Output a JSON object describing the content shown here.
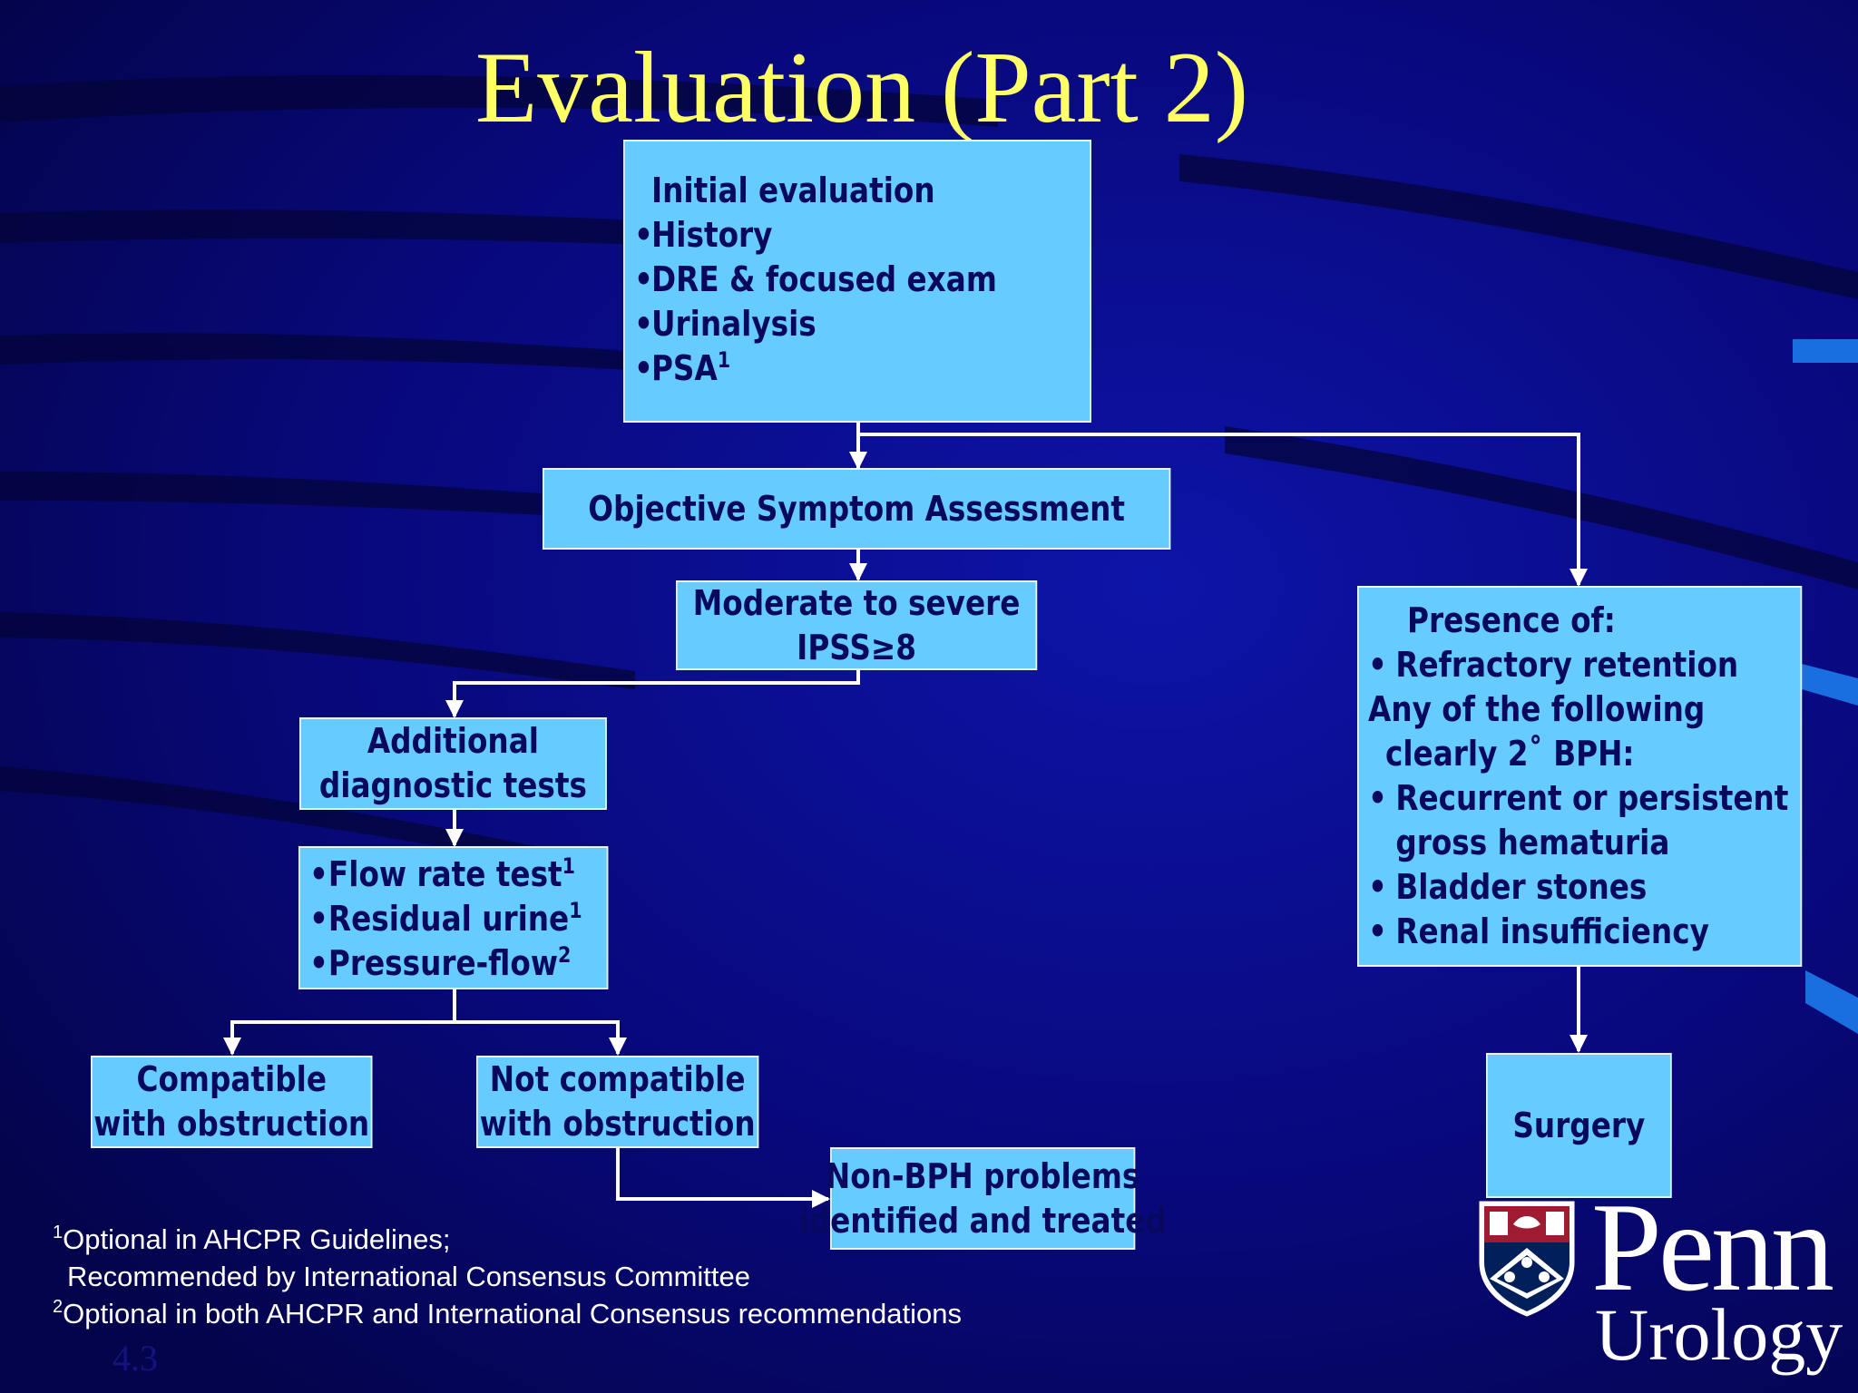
{
  "title": "Evaluation (Part 2)",
  "colors": {
    "background": "#07076a",
    "title": "#ffff66",
    "box_fill": "#66ccff",
    "box_text": "#07085e",
    "connector": "#ffffff"
  },
  "nodes": {
    "initial": {
      "heading": "Initial evaluation",
      "items": [
        "History",
        "DRE & focused exam",
        "Urinalysis",
        "PSA"
      ],
      "item4_sup": "1"
    },
    "objective": {
      "label": "Objective Symptom Assessment"
    },
    "moderate": {
      "line1": "Moderate to severe",
      "line2": "IPSS≥8"
    },
    "additional": {
      "line1": "Additional",
      "line2": "diagnostic tests"
    },
    "tests": {
      "items": [
        "Flow rate test",
        "Residual urine",
        "Pressure-flow"
      ],
      "sups": [
        "1",
        "1",
        "2"
      ]
    },
    "compatible": {
      "line1": "Compatible",
      "line2": "with obstruction"
    },
    "not_compatible": {
      "line1": "Not compatible",
      "line2": "with obstruction"
    },
    "non_bph": {
      "line1": "Non-BPH problems",
      "line2": "identified and treated"
    },
    "presence": {
      "heading": "Presence of:",
      "item1": "Refractory retention",
      "any": "Any of the following",
      "clearly": "clearly 2˚   BPH:",
      "item2a": "Recurrent or persistent",
      "item2b": "gross hematuria",
      "item3": "Bladder stones",
      "item4": "Renal insufficiency"
    },
    "surgery": {
      "label": "Surgery"
    }
  },
  "footnotes": {
    "n1_mark": "1",
    "n1_line1": "Optional in AHCPR Guidelines;",
    "n1_line2": "Recommended by International Consensus Committee",
    "n2_mark": "2",
    "n2_line": "Optional in both AHCPR and International Consensus recommendations"
  },
  "slide_number": "4.3",
  "logo": {
    "name": "Penn",
    "subtitle": "Urology",
    "icon": "penn-shield-icon"
  }
}
